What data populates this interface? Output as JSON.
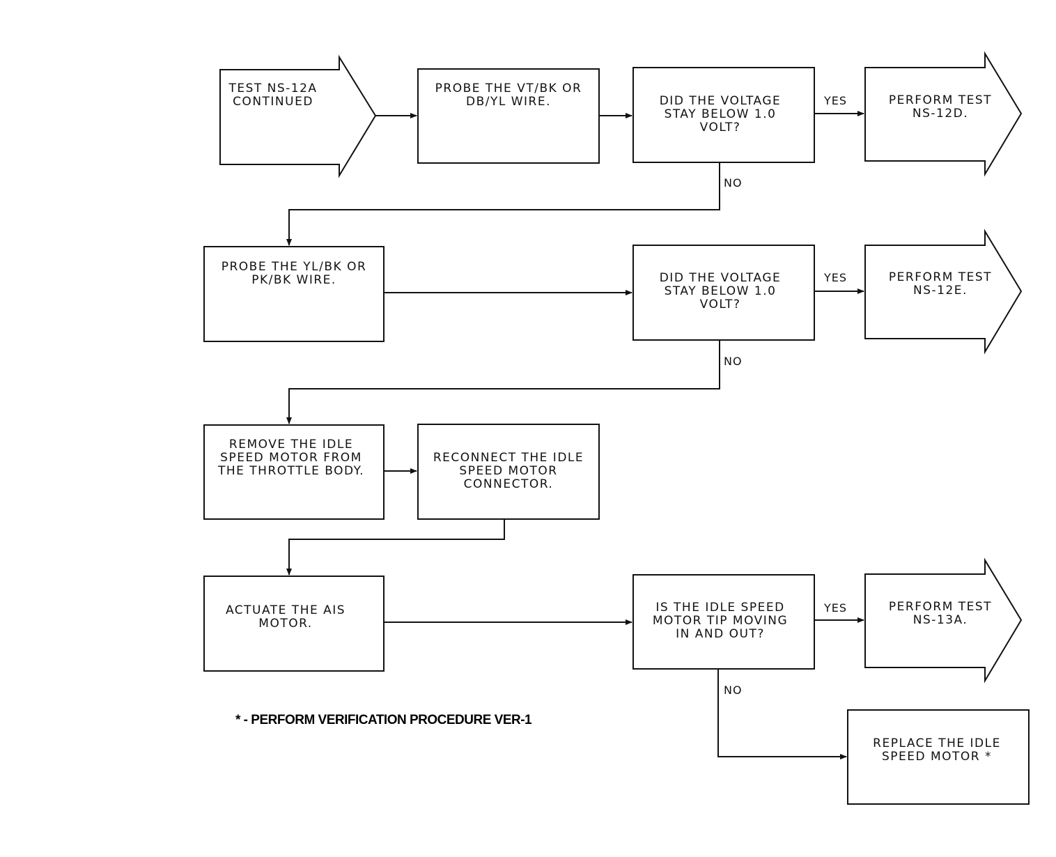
{
  "nodes": {
    "start": [
      "TEST NS-12A",
      "CONTINUED"
    ],
    "probe1": [
      "PROBE THE VT/BK OR",
      "DB/YL WIRE."
    ],
    "q1": [
      "DID THE VOLTAGE",
      "STAY BELOW 1.0",
      "VOLT?"
    ],
    "out1": [
      "PERFORM TEST",
      "NS-12D."
    ],
    "probe2": [
      "PROBE THE YL/BK OR",
      "PK/BK WIRE."
    ],
    "q2": [
      "DID THE VOLTAGE",
      "STAY BELOW 1.0",
      "VOLT?"
    ],
    "out2": [
      "PERFORM TEST",
      "NS-12E."
    ],
    "remove": [
      "REMOVE THE IDLE",
      "SPEED MOTOR FROM",
      "THE THROTTLE BODY."
    ],
    "reconnect": [
      "RECONNECT THE IDLE",
      "SPEED MOTOR",
      "CONNECTOR."
    ],
    "actuate": [
      "ACTUATE THE AIS",
      "MOTOR."
    ],
    "q3": [
      "IS THE IDLE SPEED",
      "MOTOR TIP MOVING",
      "IN AND OUT?"
    ],
    "out3": [
      "PERFORM TEST",
      "NS-13A."
    ],
    "replace": [
      "REPLACE THE IDLE",
      "SPEED MOTOR *"
    ]
  },
  "labels": {
    "yes": "YES",
    "no": "NO"
  },
  "footnote": "* - PERFORM VERIFICATION PROCEDURE VER-1"
}
